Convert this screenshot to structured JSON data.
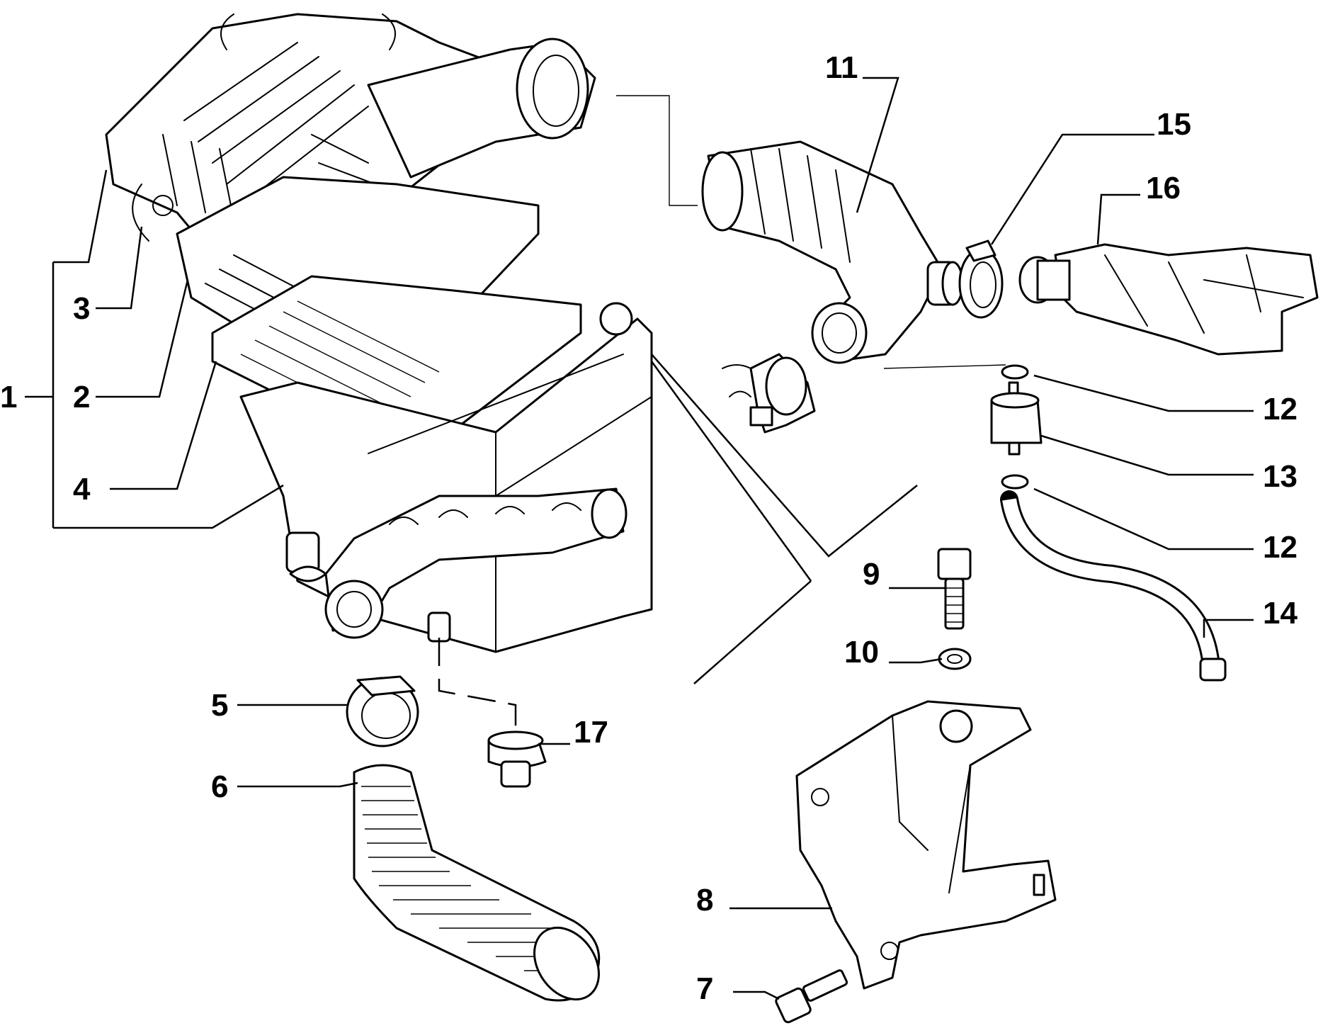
{
  "callouts": [
    {
      "id": "1",
      "label": "1"
    },
    {
      "id": "2",
      "label": "2"
    },
    {
      "id": "3",
      "label": "3"
    },
    {
      "id": "4",
      "label": "4"
    },
    {
      "id": "5",
      "label": "5"
    },
    {
      "id": "6",
      "label": "6"
    },
    {
      "id": "7",
      "label": "7"
    },
    {
      "id": "8",
      "label": "8"
    },
    {
      "id": "9",
      "label": "9"
    },
    {
      "id": "10",
      "label": "10"
    },
    {
      "id": "11",
      "label": "11"
    },
    {
      "id": "12a",
      "label": "12"
    },
    {
      "id": "12b",
      "label": "12"
    },
    {
      "id": "13",
      "label": "13"
    },
    {
      "id": "14",
      "label": "14"
    },
    {
      "id": "15",
      "label": "15"
    },
    {
      "id": "16",
      "label": "16"
    },
    {
      "id": "17",
      "label": "17"
    }
  ],
  "colors": {
    "ink": "#000000",
    "paper": "#ffffff"
  }
}
